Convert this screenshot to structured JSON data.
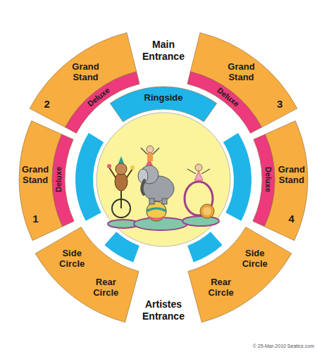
{
  "diagram": {
    "nodes": [
      {
        "text": [
          "Grand Stand",
          "2"
        ]
      },
      {
        "text": [
          "Deluxe"
        ]
      },
      {
        "text": [
          "Grand Stand",
          "3"
        ]
      },
      {
        "text": [
          "Deluxe"
        ]
      },
      {
        "text": [
          "Ringside"
        ]
      },
      {
        "text": [
          "Grand Stand",
          "1"
        ]
      },
      {
        "text": [
          "Deluxe"
        ]
      },
      {
        "text": [
          "Grand Stand",
          "4"
        ]
      },
      {
        "text": [
          "Deluxe"
        ]
      },
      {
        "text": [
          "Side Circle",
          "Rear Circle"
        ]
      },
      {
        "text": [
          "Side Circle",
          "Rear Circle"
        ]
      }
    ],
    "labels": [
      "Main Entrance",
      "Artistes Entrance",
      "© 25-Mar-2010 Seatics.com"
    ]
  }
}
